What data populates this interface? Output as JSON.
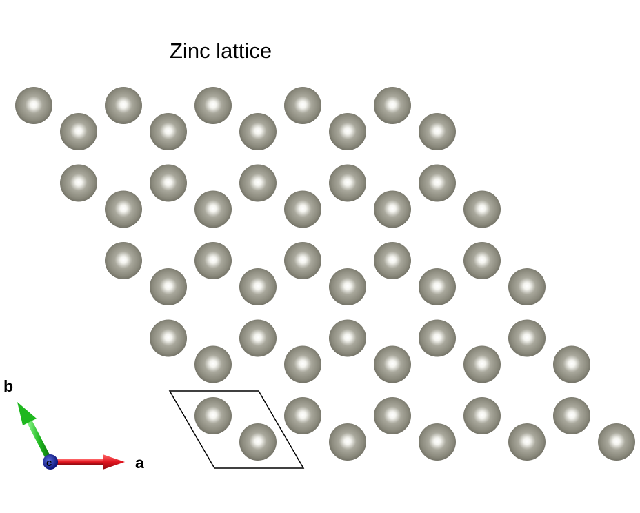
{
  "title": "Zinc lattice",
  "lattice": {
    "element": "Zn",
    "rows": 5,
    "cells_per_row": 5,
    "atoms_per_cell": 2,
    "atom_color": "#8e8d80",
    "highlight_color": "#ffffff",
    "cell_outline_color": "#000000"
  },
  "axes": {
    "a_label": "a",
    "b_label": "b",
    "c_label": "c",
    "a_color": "#e0141e",
    "b_color": "#1fb71f",
    "c_color": "#0d1a96"
  }
}
